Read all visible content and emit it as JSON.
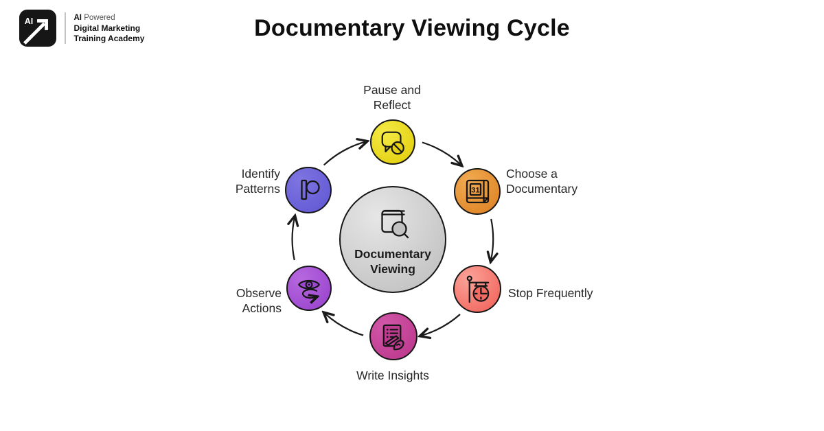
{
  "header": {
    "logo": {
      "badge_text": "AI",
      "line1_bold": "AI",
      "line1_rest": "Powered",
      "line2": "Digital Marketing",
      "line3": "Training Academy"
    },
    "title": "Documentary Viewing Cycle"
  },
  "diagram": {
    "outline_color": "#161616",
    "arrow_color": "#1a1a1a",
    "center": {
      "label": "Documentary Viewing",
      "icon": "book-search-icon",
      "color_light": "#e6e6e6",
      "color_dark": "#c2c2c2"
    },
    "nodes": [
      {
        "id": "pause",
        "label": "Pause and Reflect",
        "icon": "speech-bubble-block-icon",
        "color_light": "#f4ea46",
        "color_dark": "#e5d214"
      },
      {
        "id": "choose",
        "label": "Choose a Documentary",
        "icon": "calendar-31-icon",
        "icon_text": "31",
        "color_light": "#f2ab52",
        "color_dark": "#e0872a"
      },
      {
        "id": "stop",
        "label": "Stop Frequently",
        "icon": "hanging-clock-icon",
        "color_light": "#fba399",
        "color_dark": "#f26b62"
      },
      {
        "id": "write",
        "label": "Write Insights",
        "icon": "document-pen-icon",
        "color_light": "#d158a8",
        "color_dark": "#bf3b90"
      },
      {
        "id": "observe",
        "label": "Observe Actions",
        "icon": "eye-cycle-icon",
        "color_light": "#b768df",
        "color_dark": "#9c48cf"
      },
      {
        "id": "identify",
        "label": "Identify Patterns",
        "icon": "bar-circle-icon",
        "color_light": "#7e75e1",
        "color_dark": "#655bd5"
      }
    ]
  }
}
